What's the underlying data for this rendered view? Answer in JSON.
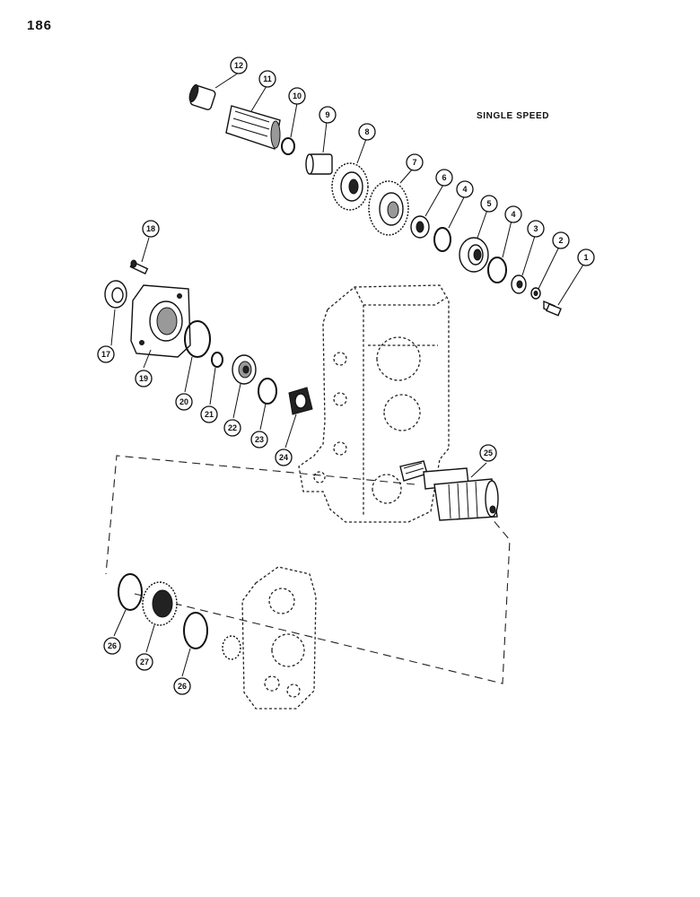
{
  "page_number": "186",
  "diagram_title": "SINGLE SPEED",
  "callouts": [
    {
      "id": "c1",
      "label": "1"
    },
    {
      "id": "c2",
      "label": "2"
    },
    {
      "id": "c3",
      "label": "3"
    },
    {
      "id": "c4a",
      "label": "4"
    },
    {
      "id": "c4b",
      "label": "4"
    },
    {
      "id": "c5",
      "label": "5"
    },
    {
      "id": "c6",
      "label": "6"
    },
    {
      "id": "c7",
      "label": "7"
    },
    {
      "id": "c8",
      "label": "8"
    },
    {
      "id": "c9",
      "label": "9"
    },
    {
      "id": "c10",
      "label": "10"
    },
    {
      "id": "c11",
      "label": "11"
    },
    {
      "id": "c12",
      "label": "12"
    },
    {
      "id": "c17",
      "label": "17"
    },
    {
      "id": "c18",
      "label": "18"
    },
    {
      "id": "c19",
      "label": "19"
    },
    {
      "id": "c20",
      "label": "20"
    },
    {
      "id": "c21",
      "label": "21"
    },
    {
      "id": "c22",
      "label": "22"
    },
    {
      "id": "c23",
      "label": "23"
    },
    {
      "id": "c24",
      "label": "24"
    },
    {
      "id": "c25",
      "label": "25"
    },
    {
      "id": "c26a",
      "label": "26"
    },
    {
      "id": "c26b",
      "label": "26"
    },
    {
      "id": "c27",
      "label": "27"
    }
  ]
}
